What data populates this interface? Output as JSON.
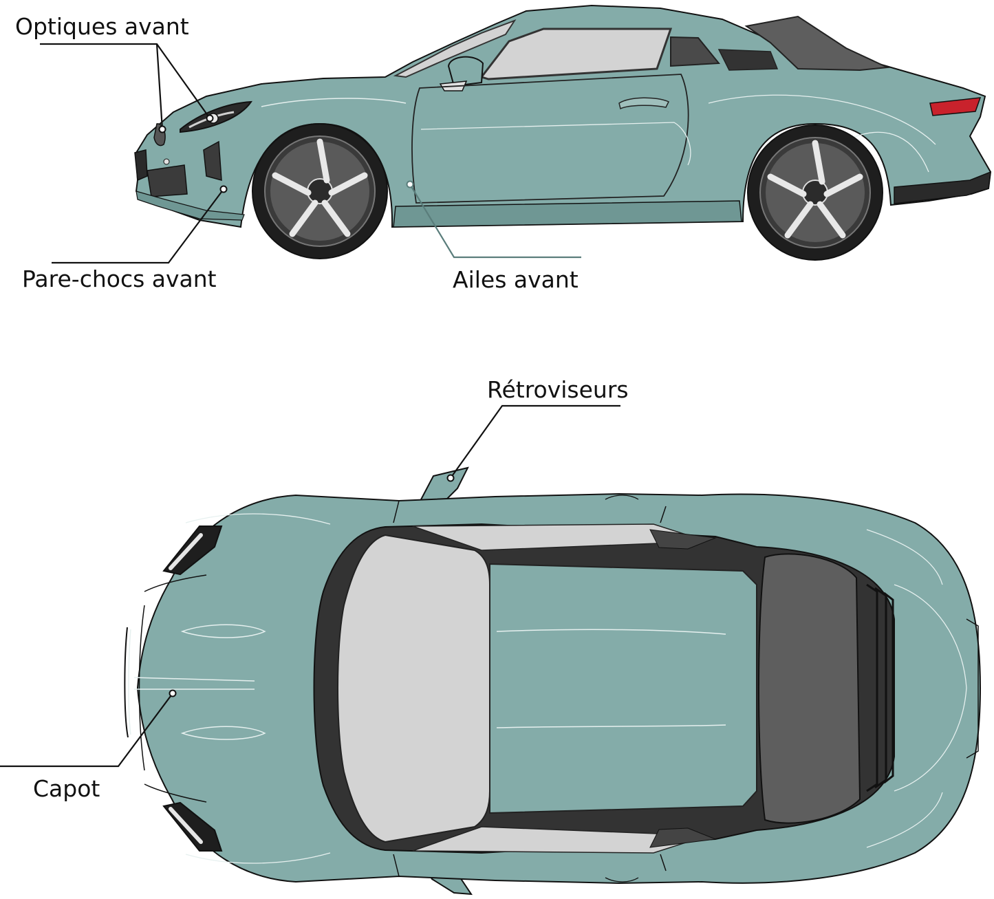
{
  "labels": {
    "optiques_avant": "Optiques avant",
    "pare_chocs_avant": "Pare-chocs avant",
    "ailes_avant": "Ailes avant",
    "retroviseurs": "Rétroviseurs",
    "capot": "Capot"
  },
  "colors": {
    "body": "#84aca9",
    "body_dark": "#6f9794",
    "glass": "#d3d3d3",
    "glass_dark": "#333333",
    "rear_glass": "#5e5e5e",
    "tire": "#1e1e1e",
    "outline": "#111111",
    "taillight": "#c9222c",
    "leader_grey": "#5a7d7b"
  }
}
